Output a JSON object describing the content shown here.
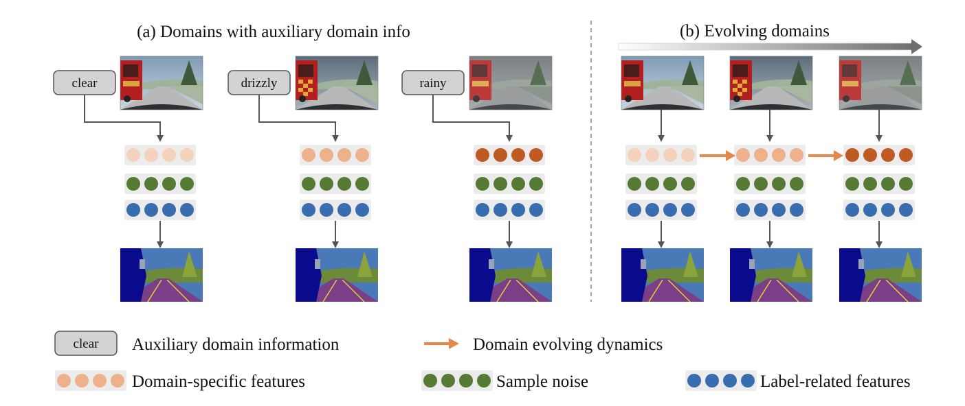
{
  "titles": {
    "a": "(a) Domains with auxiliary domain info",
    "b": "(b) Evolving domains"
  },
  "domains_a": [
    {
      "label": "clear",
      "domain_color": "#f5d2bb"
    },
    {
      "label": "drizzly",
      "domain_color": "#edb28c"
    },
    {
      "label": "rainy",
      "domain_color": "#bf5a25"
    }
  ],
  "domains_b": [
    {
      "domain_color": "#f5d2bb"
    },
    {
      "domain_color": "#edb28c"
    },
    {
      "domain_color": "#bf5a25"
    }
  ],
  "colors": {
    "noise": "#547a33",
    "label_feature": "#3a6db0",
    "evolve_arrow": "#e8874a",
    "legend_domain": "#edb28c"
  },
  "legend": {
    "aux_chip": "clear",
    "aux": "Auxiliary domain information",
    "evolve": "Domain evolving dynamics",
    "domain": "Domain-specific features",
    "noise": "Sample noise",
    "label": "Label-related features"
  }
}
